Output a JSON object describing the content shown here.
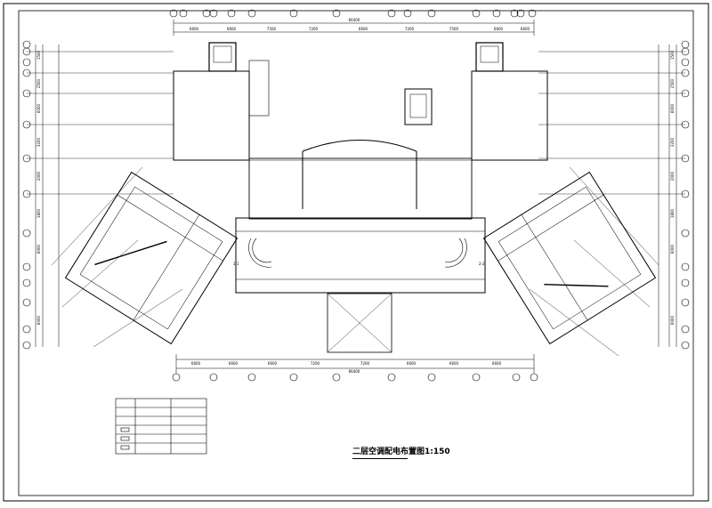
{
  "drawing": {
    "title": "二层空调配电布置图",
    "scale": "1:150",
    "total_dimension_top": "66400",
    "total_dimension_bottom": "66400",
    "top_dimensions": [
      "6600",
      "6600",
      "7500",
      "7200",
      "6600",
      "7200",
      "7500",
      "6600",
      "6600"
    ],
    "bottom_dimensions": [
      "6600",
      "6600",
      "6600",
      "7200",
      "7200",
      "6600",
      "6600",
      "6600"
    ],
    "left_dimensions": [
      "1500",
      "2500",
      "6000",
      "3200",
      "2000",
      "1800",
      "6000",
      "6000"
    ],
    "right_dimensions": [
      "1500",
      "2500",
      "6000",
      "3200",
      "2000",
      "1800",
      "6000",
      "6000"
    ],
    "stair_labels": [
      "1-1",
      "2-2"
    ],
    "legend_rows": 6
  }
}
